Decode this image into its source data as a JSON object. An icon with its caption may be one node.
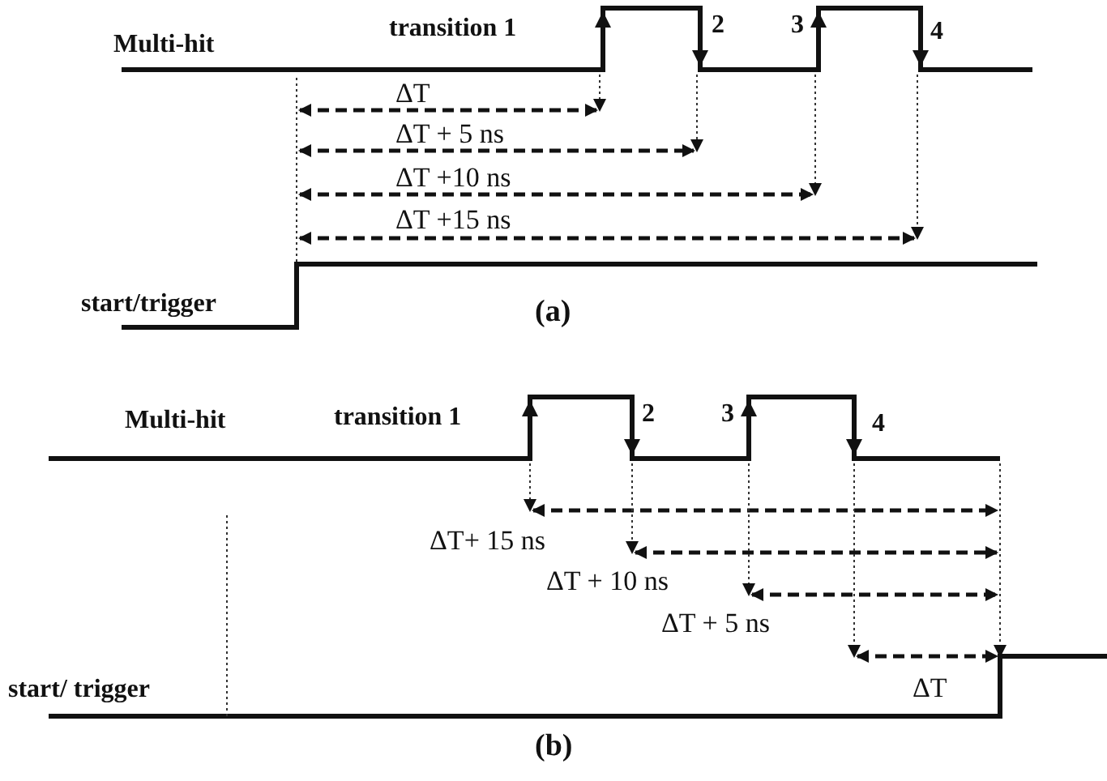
{
  "diagram": {
    "labels": [
      "transition 1",
      "2",
      "3",
      "4",
      "Multi-hit",
      "ΔT",
      "ΔT + 5 ns",
      "ΔT +10 ns",
      "ΔT +15 ns",
      "start/trigger",
      "(a)",
      "Multi-hit",
      "transition 1",
      "2",
      "3",
      "4",
      "ΔT+ 15 ns",
      "ΔT + 10 ns",
      "ΔT + 5 ns",
      "start/ trigger",
      "ΔT",
      "(b)"
    ]
  }
}
